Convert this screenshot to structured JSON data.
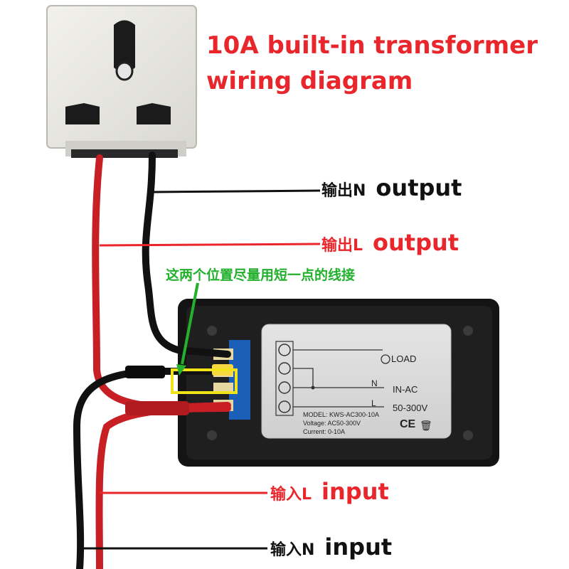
{
  "title": {
    "line1": "10A built-in transformer",
    "line2": "wiring diagram"
  },
  "labels": {
    "output_n": {
      "cn": "输出N",
      "en": "output"
    },
    "output_l": {
      "cn": "输出L",
      "en": "output"
    },
    "input_l": {
      "cn": "输入L",
      "en": "input"
    },
    "input_n": {
      "cn": "输入N",
      "en": "input"
    }
  },
  "note": "这两个位置尽量用短一点的线接",
  "meter_label": {
    "load": "LOAD",
    "n": "N",
    "in_ac": "IN-AC",
    "l": "L",
    "range": "50-300V",
    "model": "MODEL: KWS-AC300-10A",
    "voltage": "Voltage: AC50-300V",
    "current": "Current: 0-10A",
    "ce": "CE"
  },
  "colors": {
    "title": "#e8262b",
    "live_wire": "#c81f24",
    "neutral_wire": "#111111",
    "note": "#22b02d",
    "highlight_box": "#f2e21a"
  }
}
